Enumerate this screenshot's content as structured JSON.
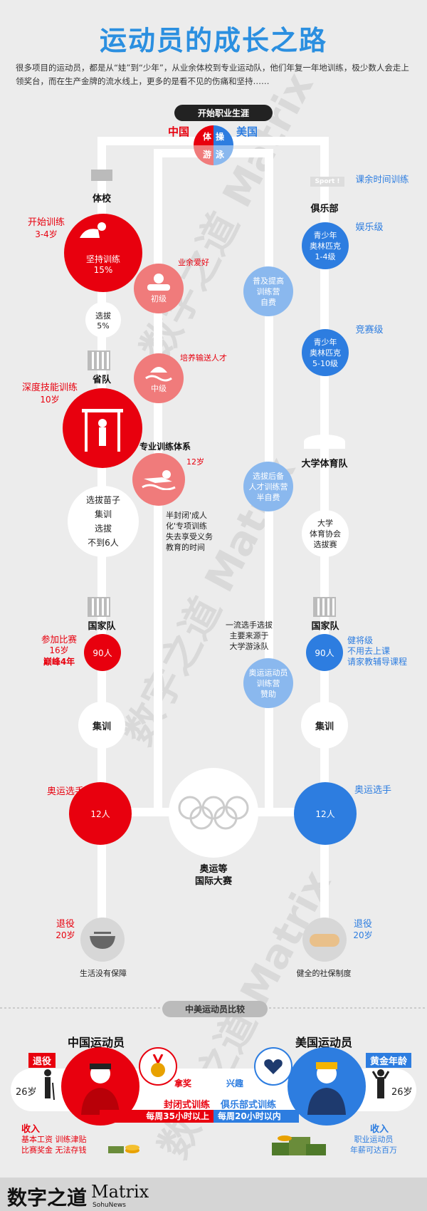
{
  "title": "运动员的成长之路",
  "intro": "很多项目的运动员，都是从“娃”到“少年”，从业余体校到专业运动队，他们年复一年地训练，极少数人会走上领奖台，而在生产金牌的流水线上，更多的是看不见的伤痛和坚持……",
  "start_pill": "开始职业生涯",
  "china": "中国",
  "usa": "美国",
  "sports": [
    "体",
    "操",
    "游",
    "泳"
  ],
  "watermark": "数字之道 Matrix",
  "left": {
    "tixiao": "体校",
    "start_training": "开始训练",
    "start_age": "3-4岁",
    "persist": "坚持训练",
    "persist_pct": "15%",
    "select": "选拔",
    "select_pct": "5%",
    "shengdui": "省队",
    "deep": "深度技能训练",
    "deep_age": "10岁",
    "miaozi": [
      "选拔苗子",
      "集训",
      "选拔",
      "不到6人"
    ],
    "guojiadui": "国家队",
    "compete": [
      "参加比赛",
      "16岁",
      "巅峰4年"
    ],
    "n90": "90人",
    "jixun": "集训",
    "olympian": "奥运选手",
    "n12": "12人",
    "retire": "退役",
    "retire_age": "20岁",
    "no_security": "生活没有保障"
  },
  "middle": {
    "hobby": "业余爱好",
    "junior": "初级",
    "cultivate": "培养输送人才",
    "mid": "中级",
    "system": "专业训练体系",
    "age12": "12岁",
    "semi": [
      "半封闭'成人",
      "化'专项训练",
      "失去享受义务",
      "教育的时间"
    ],
    "popular": [
      "普及提高",
      "训练营",
      "自费"
    ],
    "reserve": [
      "选拔后备",
      "人才训练营",
      "半自费"
    ],
    "top_select": [
      "一流选手选拔",
      "主要来源于",
      "大学游泳队"
    ],
    "olympic_camp": [
      "奥运运动员",
      "训练营",
      "赞助"
    ],
    "games": [
      "奥运等",
      "国际大赛"
    ]
  },
  "right": {
    "sport_sign": "Sport !",
    "after_school": "课余时间训练",
    "club": "俱乐部",
    "entertain": "娱乐级",
    "youth1": [
      "青少年",
      "奥林匹克",
      "1-4级"
    ],
    "compete": "竞赛级",
    "youth2": [
      "青少年",
      "奥林匹克",
      "5-10级"
    ],
    "univ_team": "大学体育队",
    "assoc": [
      "大学",
      "体育协会",
      "选拔赛"
    ],
    "guojiadui": "国家队",
    "n90": "90人",
    "healthy": [
      "健将级",
      "不用去上课",
      "请家教辅导课程"
    ],
    "jixun": "集训",
    "olympian": "奥运选手",
    "n12": "12人",
    "retire": "退役",
    "retire_age": "20岁",
    "security": "健全的社保制度"
  },
  "compare": {
    "pill": "中美运动员比较",
    "cn_title": "中国运动员",
    "us_title": "美国运动员",
    "cn_retire": "退役",
    "cn_age": "26岁",
    "us_gold": "黄金年龄",
    "us_age": "26岁",
    "medal": "拿奖",
    "interest": "兴趣",
    "closed": "封闭式训练",
    "club_train": "俱乐部式训练",
    "cn_hours": "每周35小时以上",
    "us_hours": "每周20小时以内",
    "income": "收入",
    "cn_income": [
      "基本工资  训练津贴",
      "比赛奖金  无法存钱"
    ],
    "us_income_label": "收入",
    "us_income": [
      "职业运动员",
      "年薪可达百万"
    ]
  },
  "footer": {
    "brand": "数字之道",
    "brand_en": "Matrix",
    "sub": "SohuNews"
  },
  "colors": {
    "red": "#e8000e",
    "blue": "#2d7de0",
    "title": "#2b8fe0"
  }
}
